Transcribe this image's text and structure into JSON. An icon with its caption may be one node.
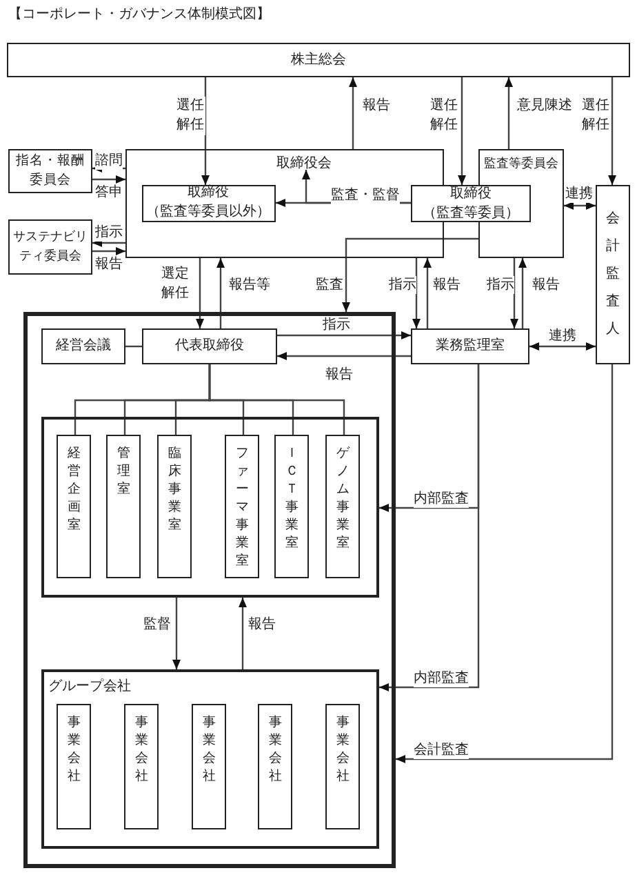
{
  "diagram": {
    "title": "【コーポレート・ガバナンス体制模式図】",
    "nodes": [
      {
        "text": [
          "株主総会"
        ]
      },
      {
        "text": [
          "指名・報酬委員会"
        ]
      },
      {
        "text": [
          "サステナビリティ委員会"
        ]
      },
      {
        "text": [
          "取締役会"
        ]
      },
      {
        "text": [
          "取締役",
          "（監査等委員以外）"
        ],
        "in": 3
      },
      {
        "text": [
          "監査等委員会"
        ]
      },
      {
        "text": [
          "取締役",
          "（監査等委員）"
        ]
      },
      {
        "text": [
          "会計監査人"
        ]
      },
      {
        "text": [],
        "shape": "box"
      },
      {
        "text": [
          "経営会議"
        ],
        "in": 8
      },
      {
        "text": [
          "代表取締役"
        ],
        "in": 8
      },
      {
        "text": [
          "業務監理室"
        ]
      },
      {
        "text": [],
        "shape": "box",
        "in": 8
      },
      {
        "text": [
          "経営企画室"
        ],
        "in": 12
      },
      {
        "text": [
          "管理室"
        ],
        "in": 12
      },
      {
        "text": [
          "臨床事業室"
        ],
        "in": 12
      },
      {
        "text": [
          "ファーマ事業室"
        ],
        "in": 12
      },
      {
        "text": [
          "ＩＣＴ事業室"
        ],
        "in": 12
      },
      {
        "text": [
          "ゲノム事業室"
        ],
        "in": 12
      },
      {
        "text": [
          "グループ会社"
        ],
        "in": 8
      },
      {
        "text": [
          "事業会社"
        ],
        "in": 19
      },
      {
        "text": [
          "事業会社"
        ],
        "in": 19
      },
      {
        "text": [
          "事業会社"
        ],
        "in": 19
      },
      {
        "text": [
          "事業会社"
        ],
        "in": 19
      },
      {
        "text": [
          "事業会社"
        ],
        "in": 19
      }
    ],
    "edges": [
      {
        "from": 0,
        "to": 4,
        "arrow": "to",
        "label": "選任解任"
      },
      {
        "from": 3,
        "to": 0,
        "arrow": "to",
        "label": "報告"
      },
      {
        "from": 0,
        "to": 6,
        "arrow": "to",
        "label": "選任解任"
      },
      {
        "from": 5,
        "to": 0,
        "arrow": "to",
        "label": "意見陳述"
      },
      {
        "from": 0,
        "to": 7,
        "arrow": "to",
        "label": "選任解任"
      },
      {
        "from": 3,
        "to": 1,
        "arrow": "to",
        "label": "諮問"
      },
      {
        "from": 1,
        "to": 3,
        "arrow": "to",
        "label": "答申"
      },
      {
        "from": 3,
        "to": 2,
        "arrow": "to",
        "label": "指示"
      },
      {
        "from": 2,
        "to": 3,
        "arrow": "to",
        "label": "報告"
      },
      {
        "from": 6,
        "to": 4,
        "arrow": "to",
        "label": "監査・監督"
      },
      {
        "from": 6,
        "to": 3,
        "arrow": "to"
      },
      {
        "from": 5,
        "to": 7,
        "arrow": "both",
        "label": "連携"
      },
      {
        "from": 3,
        "to": 10,
        "arrow": "to",
        "label": "選定解任"
      },
      {
        "from": 10,
        "to": 3,
        "arrow": "to",
        "label": "報告等"
      },
      {
        "from": 5,
        "to": 8,
        "arrow": "to",
        "label": "監査"
      },
      {
        "from": 3,
        "to": 11,
        "arrow": "to",
        "label": "指示"
      },
      {
        "from": 11,
        "to": 3,
        "arrow": "to",
        "label": "報告"
      },
      {
        "from": 5,
        "to": 11,
        "arrow": "to",
        "label": "指示"
      },
      {
        "from": 11,
        "to": 5,
        "arrow": "to",
        "label": "報告"
      },
      {
        "from": 10,
        "to": 11,
        "arrow": "to",
        "label": "指示"
      },
      {
        "from": 11,
        "to": 10,
        "arrow": "to",
        "label": "報告"
      },
      {
        "from": 11,
        "to": 7,
        "arrow": "both",
        "label": "連携"
      },
      {
        "from": 9,
        "to": 10,
        "arrow": "none"
      },
      {
        "from": 10,
        "to": 13,
        "arrow": "none"
      },
      {
        "from": 10,
        "to": 14,
        "arrow": "none"
      },
      {
        "from": 10,
        "to": 15,
        "arrow": "none"
      },
      {
        "from": 10,
        "to": 16,
        "arrow": "none"
      },
      {
        "from": 10,
        "to": 17,
        "arrow": "none"
      },
      {
        "from": 10,
        "to": 18,
        "arrow": "none"
      },
      {
        "from": 11,
        "to": 12,
        "arrow": "to",
        "label": "内部監査"
      },
      {
        "from": 11,
        "to": 19,
        "arrow": "to",
        "label": "内部監査"
      },
      {
        "from": 7,
        "to": 8,
        "arrow": "to",
        "label": "会計監査"
      },
      {
        "from": 12,
        "to": 19,
        "arrow": "to",
        "label": "監督"
      },
      {
        "from": 19,
        "to": 12,
        "arrow": "to",
        "label": "報告"
      }
    ]
  }
}
